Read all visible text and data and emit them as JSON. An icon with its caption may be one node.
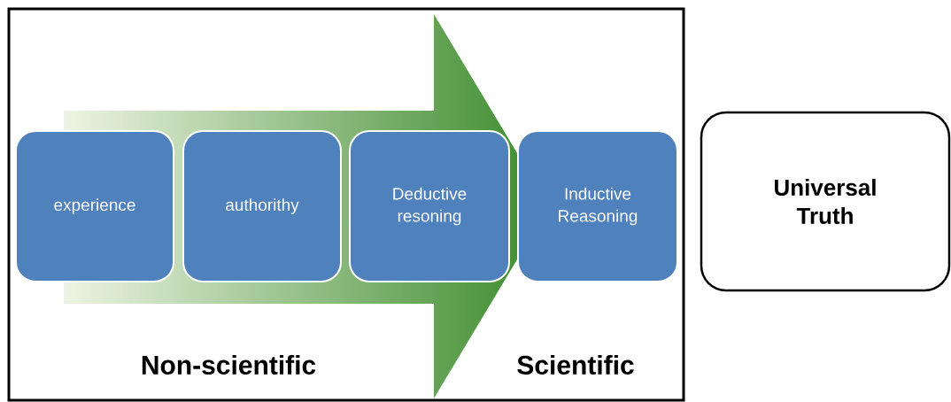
{
  "diagram": {
    "nodes": [
      {
        "text": [
          "Non-scientific",
          "Scientific"
        ]
      },
      {
        "text": [
          "experience"
        ],
        "in": 0
      },
      {
        "text": [
          "authorithy"
        ],
        "in": 0
      },
      {
        "text": [
          "Deductive resoning"
        ],
        "in": 0
      },
      {
        "text": [
          "Inductive Reasoning"
        ],
        "in": 0
      },
      {
        "text": [
          "Universal Truth"
        ]
      }
    ]
  }
}
